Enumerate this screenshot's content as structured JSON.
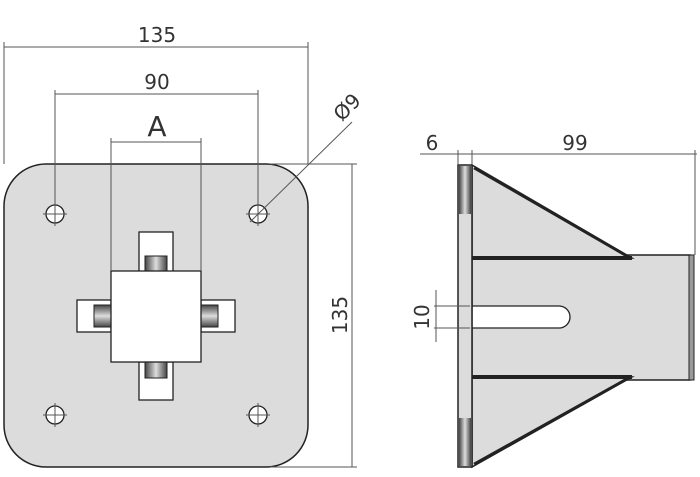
{
  "drawing": {
    "front_view": {
      "dim_overall_width": "135",
      "dim_hole_spacing": "90",
      "dim_tube_label": "A",
      "dim_hole_diameter": "Ø9",
      "dim_overall_height": "135"
    },
    "side_view": {
      "dim_plate_thickness": "6",
      "dim_depth": "99",
      "dim_slot_width": "10"
    },
    "colors": {
      "part_fill": "#dcdcdc",
      "outline": "#222222",
      "dimension": "#555555"
    }
  }
}
